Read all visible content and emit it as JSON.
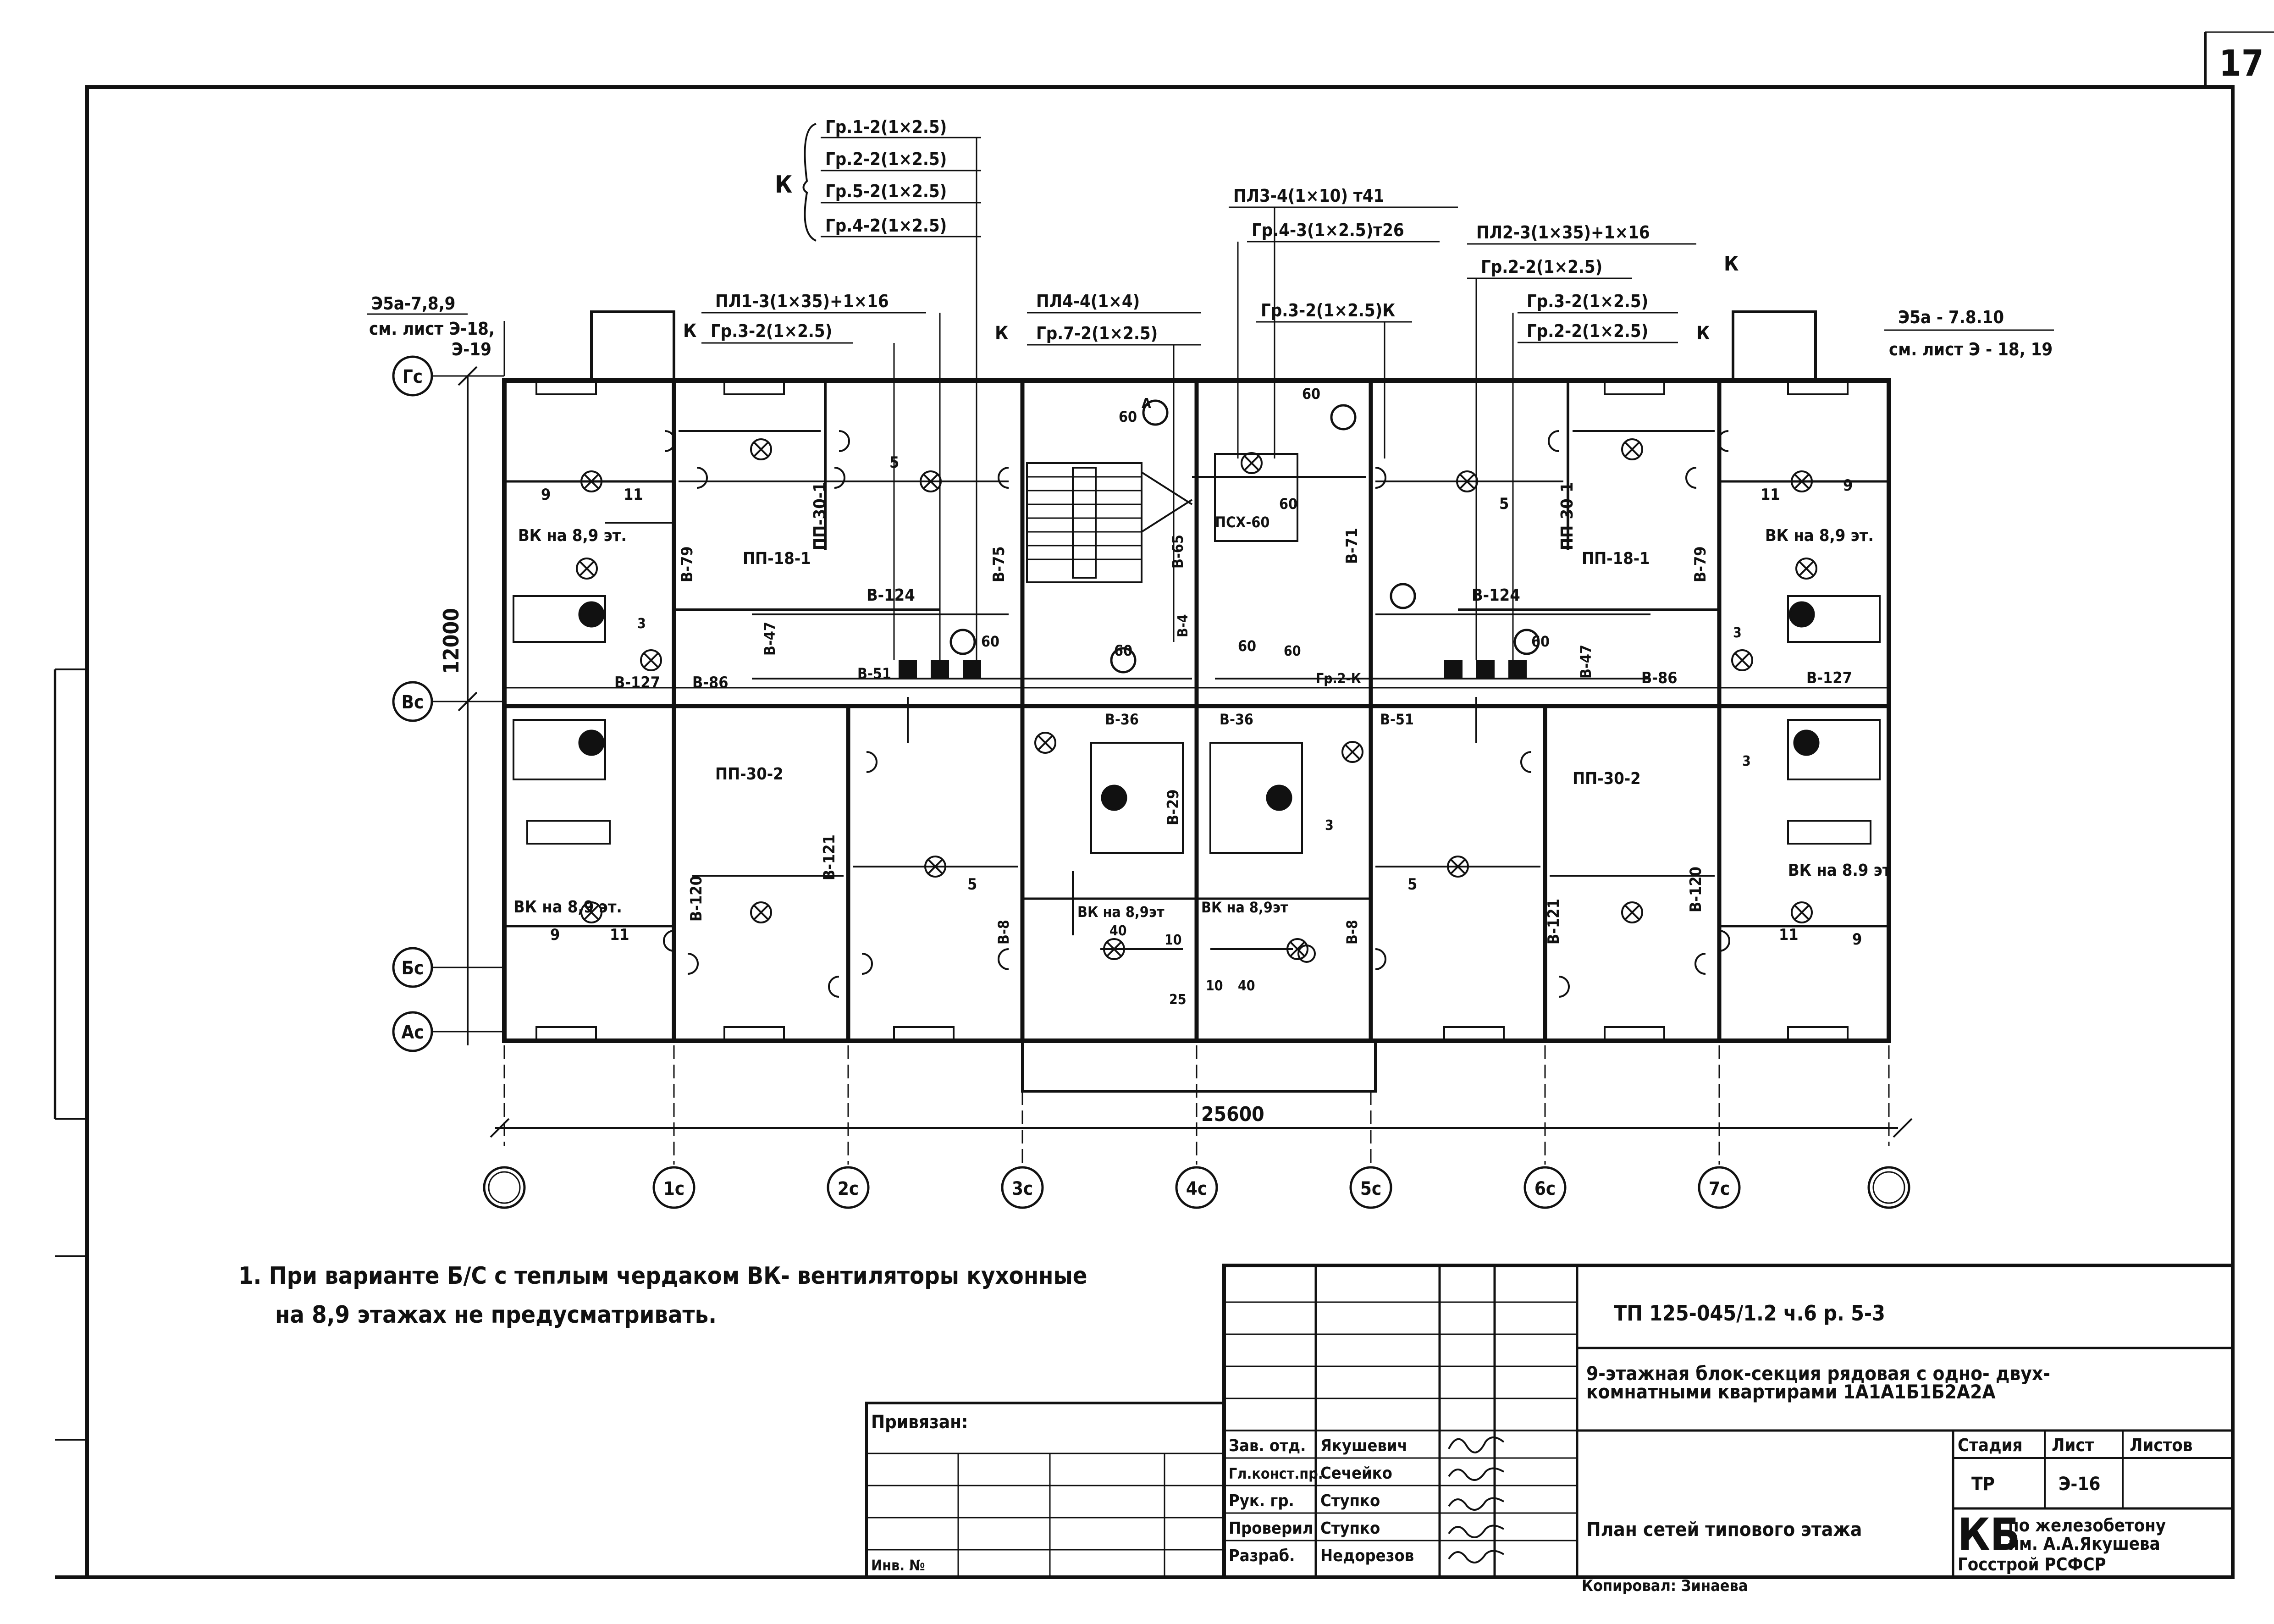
{
  "sheet_number": "17",
  "axes": {
    "rows": [
      "Гс",
      "Вс",
      "Бс",
      "Ас"
    ],
    "columns": [
      "1с",
      "2с",
      "3с",
      "4с",
      "5с",
      "6с",
      "7с"
    ]
  },
  "dimensions": {
    "height": "12000",
    "width": "25600"
  },
  "left_refs": [
    "Э5а-7,8,9",
    "см. лист Э-18,",
    "Э-19"
  ],
  "right_refs": [
    "Э5а - 7.8.10",
    "см. лист Э - 18, 19"
  ],
  "cable_labels": {
    "group_k": [
      "Гр.1-2(1×2.5)",
      "Гр.2-2(1×2.5)",
      "Гр.5-2(1×2.5)",
      "Гр.4-2(1×2.5)"
    ],
    "group_k_mark": "К",
    "pl1": "ПЛ1-3(1×35)+1×16",
    "pl1_sub": "Гр.3-2(1×2.5)",
    "pl4": "ПЛ4-4(1×4)",
    "pl4_sub": "Гр.7-2(1×2.5)",
    "pl3": "ПЛ3-4(1×10) т41",
    "pl3_sub": "Гр.4-3(1×2.5)т26",
    "gr3k": "Гр.3-2(1×2.5)К",
    "pl2": "ПЛ2-3(1×35)+1×16",
    "pl2_sub": "Гр.2-2(1×2.5)",
    "gr3_right": "Гр.3-2(1×2.5)",
    "gr2_right": "Гр.2-2(1×2.5)",
    "k": "К"
  },
  "plan_labels": [
    "ВК на 8,9 эт.",
    "ВК на 8,9 эт.",
    "ВК на 8,9 эт.",
    "ВК на 8.9 эт",
    "ВК на 8,9эт",
    "ВК на 8,9эт",
    "ПП-30-1",
    "ПП-30-1",
    "ПП-18-1",
    "ПП-18-1",
    "ПП-30-2",
    "ПП-30-2",
    "В-124",
    "В-124",
    "В-79",
    "В-79",
    "В-75",
    "В-71",
    "В-65",
    "В-47",
    "В-47",
    "В-127",
    "В-127",
    "В-86",
    "В-86",
    "В-51",
    "В-51",
    "В-36",
    "В-36",
    "В-29",
    "В-8",
    "В-8",
    "В-4",
    "В-120",
    "В-120",
    "В-121",
    "В-121",
    "ПСХ-60",
    "Гр.2-К",
    "60",
    "60",
    "60",
    "60",
    "60",
    "60",
    "60",
    "60",
    "9",
    "9",
    "9",
    "9",
    "11",
    "11",
    "11",
    "11",
    "5",
    "5",
    "5",
    "5",
    "3",
    "3",
    "3",
    "3",
    "10",
    "10",
    "40",
    "40",
    "25",
    "А"
  ],
  "notes": [
    "1. При варианте Б/С с теплым чердаком ВК- вентиляторы кухонные",
    "на 8,9 этажах не предусматривать."
  ],
  "title_block": {
    "project_code": "ТП 125-045/1.2 ч.6    р. 5-3",
    "title_line1": "9-этажная блок-секция рядовая с одно- двух-",
    "title_line2": "комнатными квартирами 1А1А1Б1Б2А2А",
    "stage_header": "Стадия",
    "sheet_header": "Лист",
    "sheets_header": "Листов",
    "stage": "ТР",
    "sheet": "Э-16",
    "sheets": "",
    "sheet_title": "План сетей типового этажа",
    "org_mark": "КБ",
    "org_line1": "по железобетону",
    "org_line2": "им. А.А.Якушева",
    "org_line3": "Госстрой РСФСР",
    "linked_label": "Привязан:",
    "inv_label": "Инв. №",
    "copied_label": "Копировал: Зинаева",
    "signatures": [
      {
        "role": "Зав. отд.",
        "name": "Якушевич"
      },
      {
        "role": "Гл.конст.пр.",
        "name": "Сечейко"
      },
      {
        "role": "Рук. гр.",
        "name": "Ступко"
      },
      {
        "role": "Проверил",
        "name": "Ступко"
      },
      {
        "role": "Разраб.",
        "name": "Недорезов"
      }
    ]
  }
}
